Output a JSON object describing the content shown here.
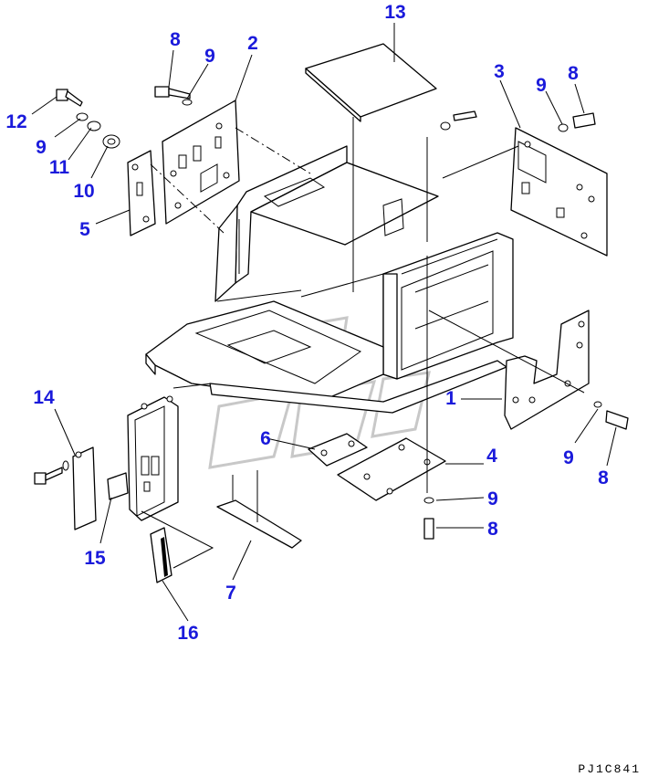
{
  "callouts": {
    "c1": "1",
    "c2": "2",
    "c3": "3",
    "c4": "4",
    "c5": "5",
    "c6": "6",
    "c7": "7",
    "c8a": "8",
    "c8b": "8",
    "c8c": "8",
    "c8d": "8",
    "c9a": "9",
    "c9b": "9",
    "c9c": "9",
    "c9d": "9",
    "c9e": "9",
    "c10": "10",
    "c11": "11",
    "c12": "12",
    "c13": "13",
    "c14": "14",
    "c15": "15",
    "c16": "16"
  },
  "drawing_code": "PJ1C841",
  "colors": {
    "callout": "#1a1adb",
    "line": "#000000",
    "watermark": "#c8c8c8"
  }
}
